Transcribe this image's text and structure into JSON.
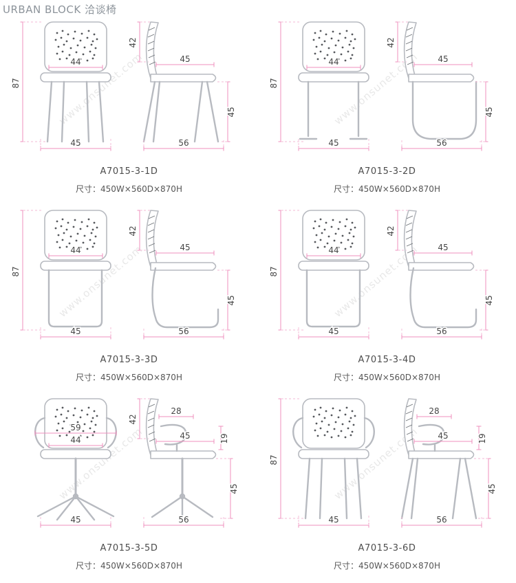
{
  "page": {
    "title": "URBAN BLOCK 洽谈椅",
    "watermark": "www.onsunet.com"
  },
  "cells": [
    {
      "model": "A7015-3-1D",
      "size_label": "尺寸：450W×560D×870H",
      "dims": {
        "front_h": "87",
        "front_seat_w": "44",
        "front_base_w": "45",
        "side_back_h": "42",
        "side_seat_d": "45",
        "side_seat_h": "45",
        "side_base_d": "56"
      }
    },
    {
      "model": "A7015-3-2D",
      "size_label": "尺寸：450W×560D×870H",
      "dims": {
        "front_h": "87",
        "front_seat_w": "44",
        "front_base_w": "45",
        "side_back_h": "42",
        "side_seat_d": "45",
        "side_seat_h": "45",
        "side_base_d": "56"
      }
    },
    {
      "model": "A7015-3-3D",
      "size_label": "尺寸：450W×560D×870H",
      "dims": {
        "front_h": "87",
        "front_seat_w": "44",
        "front_base_w": "45",
        "side_back_h": "42",
        "side_seat_d": "45",
        "side_seat_h": "45",
        "side_base_d": "56"
      }
    },
    {
      "model": "A7015-3-4D",
      "size_label": "尺寸：450W×560D×870H",
      "dims": {
        "front_h": "87",
        "front_seat_w": "44",
        "front_base_w": "45",
        "side_back_h": "42",
        "side_seat_d": "45",
        "side_seat_h": "45",
        "side_base_d": "56"
      }
    },
    {
      "model": "A7015-3-5D",
      "size_label": "尺寸：450W×560D×870H",
      "dims": {
        "front_arm_w": "59",
        "front_seat_w": "44",
        "front_base_w": "45",
        "side_back_h": "42",
        "side_arm_d": "28",
        "side_seat_d": "45",
        "side_arm_h": "19",
        "side_seat_h": "45",
        "side_base_d": "56"
      }
    },
    {
      "model": "A7015-3-6D",
      "size_label": "尺寸：450W×560D×870H",
      "dims": {
        "front_h": "87",
        "front_base_w": "45",
        "side_arm_d": "28",
        "side_seat_d": "45",
        "side_arm_h": "19",
        "side_seat_h": "45",
        "side_base_d": "56"
      }
    }
  ]
}
